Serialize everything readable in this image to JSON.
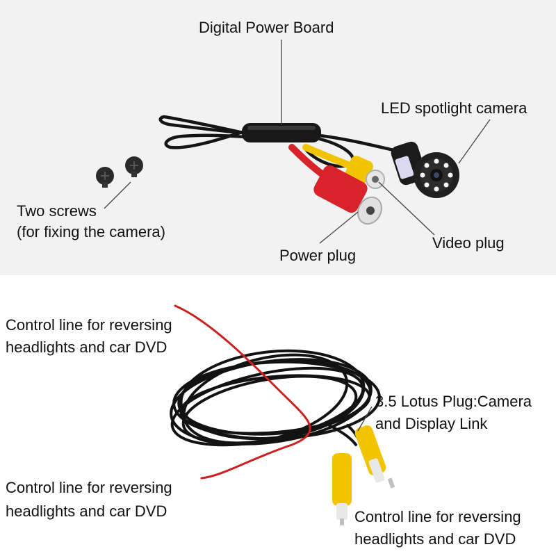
{
  "top_panel": {
    "labels": {
      "power_board": "Digital Power Board",
      "camera": "LED spotlight camera",
      "screws_line1": "Two screws",
      "screws_line2": "(for fixing the camera)",
      "power_plug": "Power plug",
      "video_plug": "Video plug"
    }
  },
  "bottom_panel": {
    "labels": {
      "control_top_line1": "Control line for reversing",
      "control_top_line2": "headlights and car DVD",
      "lotus_line1": "3.5 Lotus Plug:Camera",
      "lotus_line2": "and Display Link",
      "control_left_line1": "Control line for reversing",
      "control_left_line2": "headlights and car DVD",
      "control_right_line1": "Control line for reversing",
      "control_right_line2": "headlights and car DVD"
    }
  },
  "colors": {
    "top_background": "#f2f2f2",
    "bottom_background": "#ffffff",
    "cable": "#151515",
    "rca_yellow": "#f2c400",
    "plug_red": "#d8232a",
    "control_wire": "#cc1f1f"
  }
}
